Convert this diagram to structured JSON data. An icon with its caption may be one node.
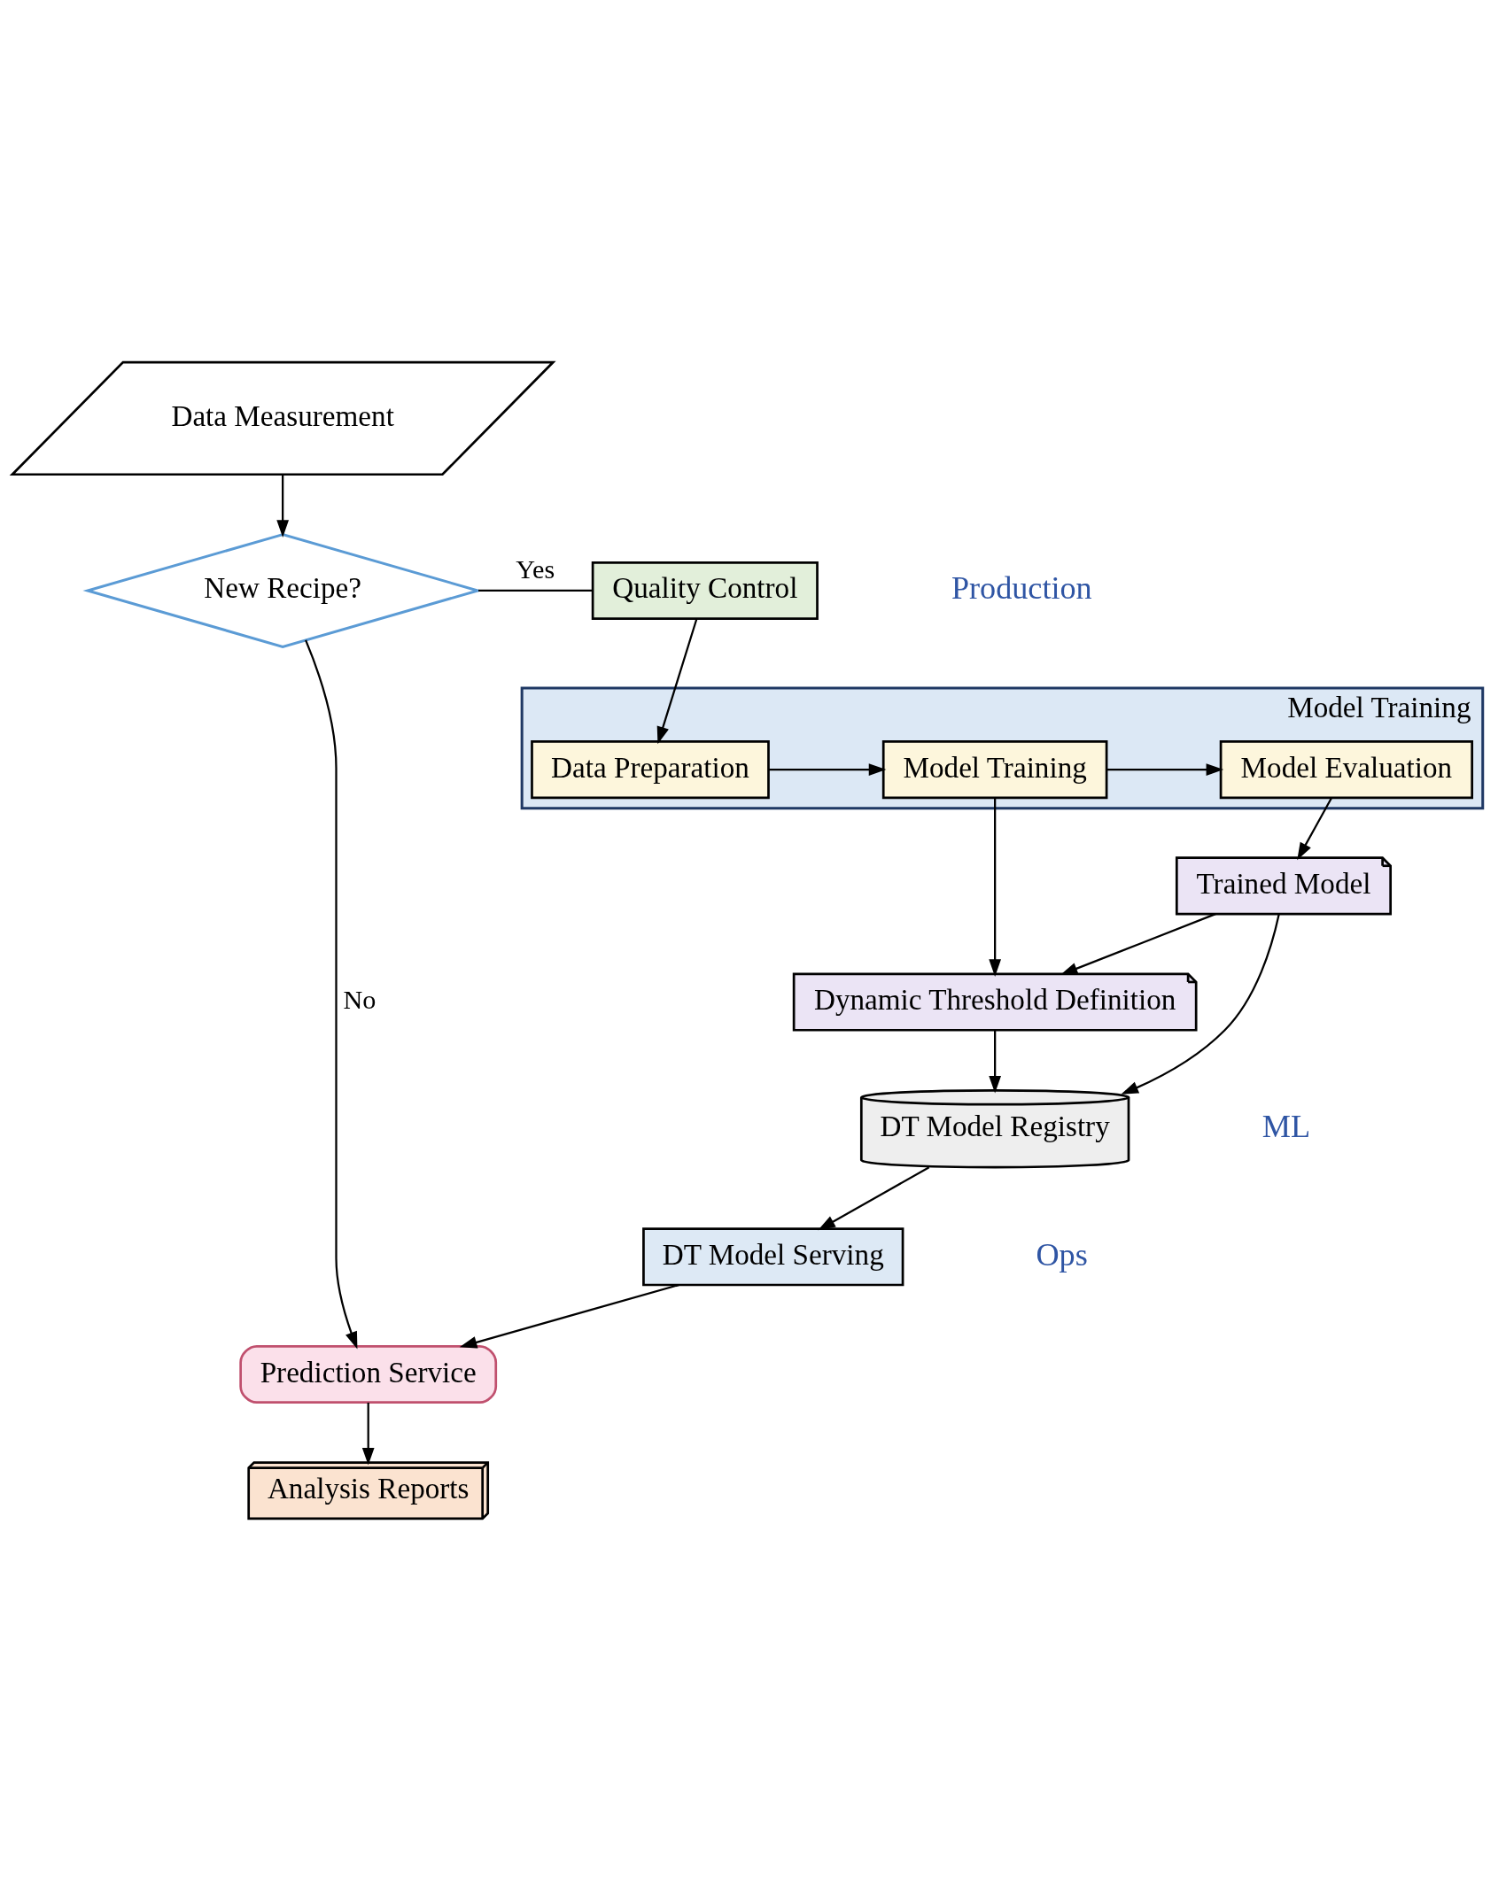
{
  "diagram": {
    "nodes": [
      {
        "text": [
          "Data Measurement"
        ]
      },
      {
        "text": [
          "New Recipe?"
        ]
      },
      {
        "text": [
          "Quality Control"
        ]
      },
      {
        "text": [
          "Model Training"
        ]
      },
      {
        "text": [
          "Data Preparation"
        ],
        "in": 3
      },
      {
        "text": [
          "Model Training"
        ],
        "in": 3
      },
      {
        "text": [
          "Model Evaluation"
        ],
        "in": 3
      },
      {
        "text": [
          "Dynamic Threshold Definition"
        ]
      },
      {
        "text": [
          "Trained Model"
        ]
      },
      {
        "text": [
          "DT Model Registry"
        ]
      },
      {
        "text": [
          "Analysis Reports"
        ]
      },
      {
        "text": [
          "Prediction Service"
        ]
      },
      {
        "text": [
          "DT Model Serving"
        ]
      }
    ],
    "edges": [
      {
        "from": 0,
        "to": 1,
        "arrow": "to"
      },
      {
        "from": 1,
        "to": 2,
        "arrow": "none",
        "label": "Yes"
      },
      {
        "from": 1,
        "to": 11,
        "arrow": "to",
        "label": "No"
      },
      {
        "from": 2,
        "to": 4,
        "arrow": "to"
      },
      {
        "from": 4,
        "to": 5,
        "arrow": "to"
      },
      {
        "from": 5,
        "to": 6,
        "arrow": "to"
      },
      {
        "from": 6,
        "to": 8,
        "arrow": "to"
      },
      {
        "from": 5,
        "to": 7,
        "arrow": "to"
      },
      {
        "from": 8,
        "to": 7,
        "arrow": "to"
      },
      {
        "from": 8,
        "to": 9,
        "arrow": "to"
      },
      {
        "from": 7,
        "to": 9,
        "arrow": "to"
      },
      {
        "from": 9,
        "to": 12,
        "arrow": "to"
      },
      {
        "from": 12,
        "to": 11,
        "arrow": "to"
      },
      {
        "from": 11,
        "to": 10,
        "arrow": "to"
      }
    ],
    "labels": [
      "Production",
      "ML",
      "Ops"
    ]
  }
}
